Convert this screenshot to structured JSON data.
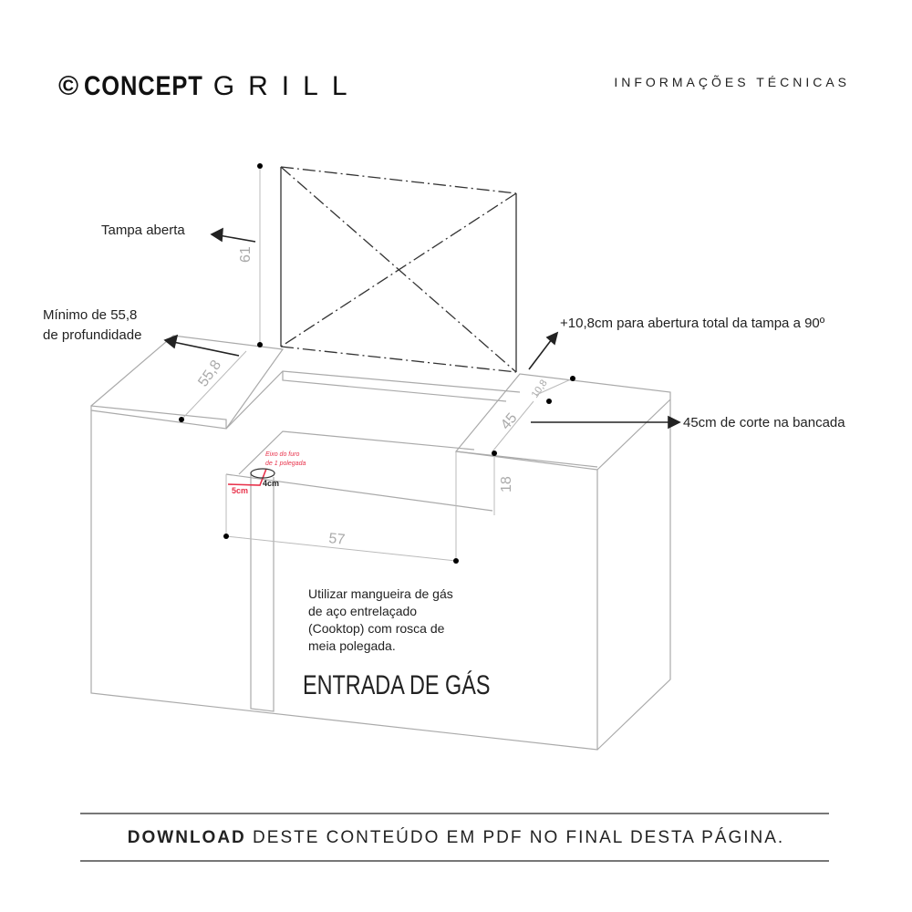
{
  "header": {
    "logo_mark": "©",
    "logo_bold": "CONCEPT",
    "logo_light": "GRILL",
    "title": "INFORMAÇÕES TÉCNICAS"
  },
  "labels": {
    "lid_open": "Tampa aberta",
    "min_depth_1": "Mínimo de 55,8",
    "min_depth_2": "de profundidade",
    "lid_clearance": "+10,8cm para abertura total da tampa a 90º",
    "cut": "45cm de corte na bancada",
    "hole_axis_1": "Eixo do furo",
    "hole_axis_2": "de 1 polegada",
    "dim_5cm": "5cm",
    "dim_4cm": "4cm",
    "hose_note": "Utilizar mangueira de gás de aço entrelaçado (Cooktop) com rosca de meia polegada.",
    "gas_inlet": "ENTRADA DE GÁS"
  },
  "dimensions": {
    "lid_height": "61",
    "depth": "55,8",
    "clearance": "10,8",
    "cut_width": "45",
    "height": "18",
    "length": "57"
  },
  "colors": {
    "accent": "#e8314a",
    "line": "#9a9a9a"
  },
  "footer": {
    "download_bold": "DOWNLOAD",
    "download_rest": " DESTE CONTEÚDO EM PDF NO FINAL DESTA PÁGINA."
  }
}
